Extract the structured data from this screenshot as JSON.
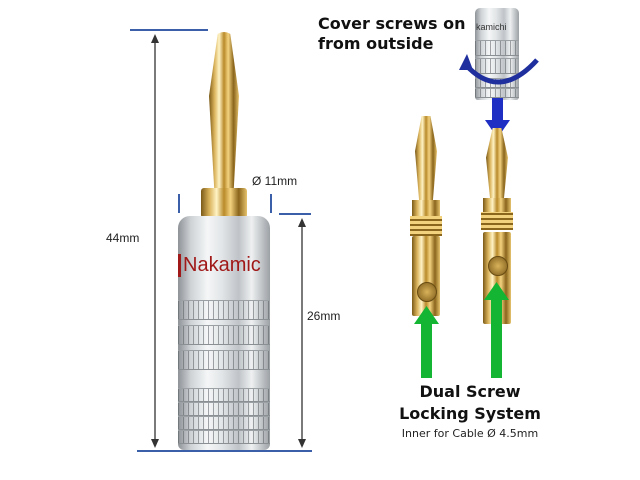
{
  "main_plug": {
    "brand_label": "Nakamic",
    "diameter_label": "Ø 11mm",
    "overall_length_label": "44mm",
    "body_length_label": "26mm"
  },
  "cover_note": {
    "line1": "Cover screws on",
    "line2": "from outside",
    "cover_brand_label": "kamichi"
  },
  "caption": {
    "line1": "Dual Screw",
    "line2": "Locking System",
    "subtext": "Inner for Cable Ø 4.5mm"
  },
  "colors": {
    "dimension_line": "#3b5fa8",
    "arrow_down": "#1f2fc4",
    "arrow_up": "#13b532",
    "brand_text": "#a01818",
    "rotate_arrow": "#1f2f9e"
  }
}
